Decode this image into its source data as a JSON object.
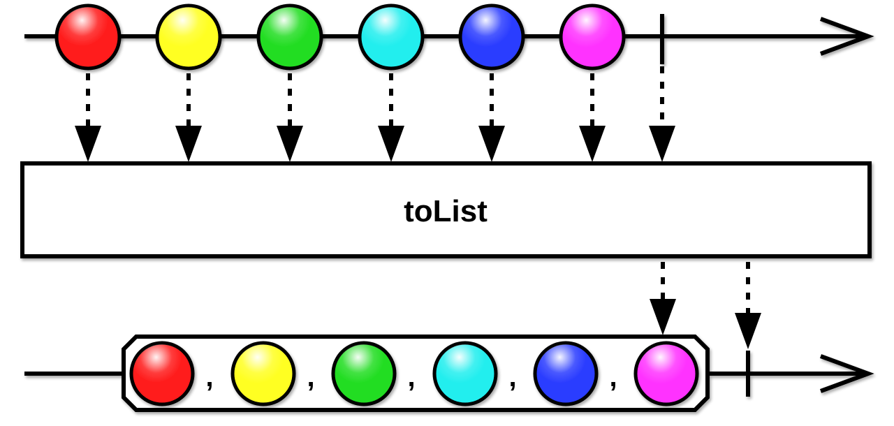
{
  "operator": {
    "label": "toList"
  },
  "input_stream": {
    "items": [
      {
        "color": "#ff1a1a",
        "name": "red"
      },
      {
        "color": "#ffff22",
        "name": "yellow"
      },
      {
        "color": "#22dd22",
        "name": "green"
      },
      {
        "color": "#22eeee",
        "name": "cyan"
      },
      {
        "color": "#2a3cff",
        "name": "blue"
      },
      {
        "color": "#ff33ff",
        "name": "magenta"
      }
    ],
    "completes": true
  },
  "output_stream": {
    "list_items": [
      {
        "color": "#ff1a1a",
        "name": "red"
      },
      {
        "color": "#ffff22",
        "name": "yellow"
      },
      {
        "color": "#22dd22",
        "name": "green"
      },
      {
        "color": "#22eeee",
        "name": "cyan"
      },
      {
        "color": "#2a3cff",
        "name": "blue"
      },
      {
        "color": "#ff33ff",
        "name": "magenta"
      }
    ],
    "separator": ",",
    "completes": true
  },
  "colors": {
    "stroke": "#000000",
    "background": "#ffffff"
  }
}
